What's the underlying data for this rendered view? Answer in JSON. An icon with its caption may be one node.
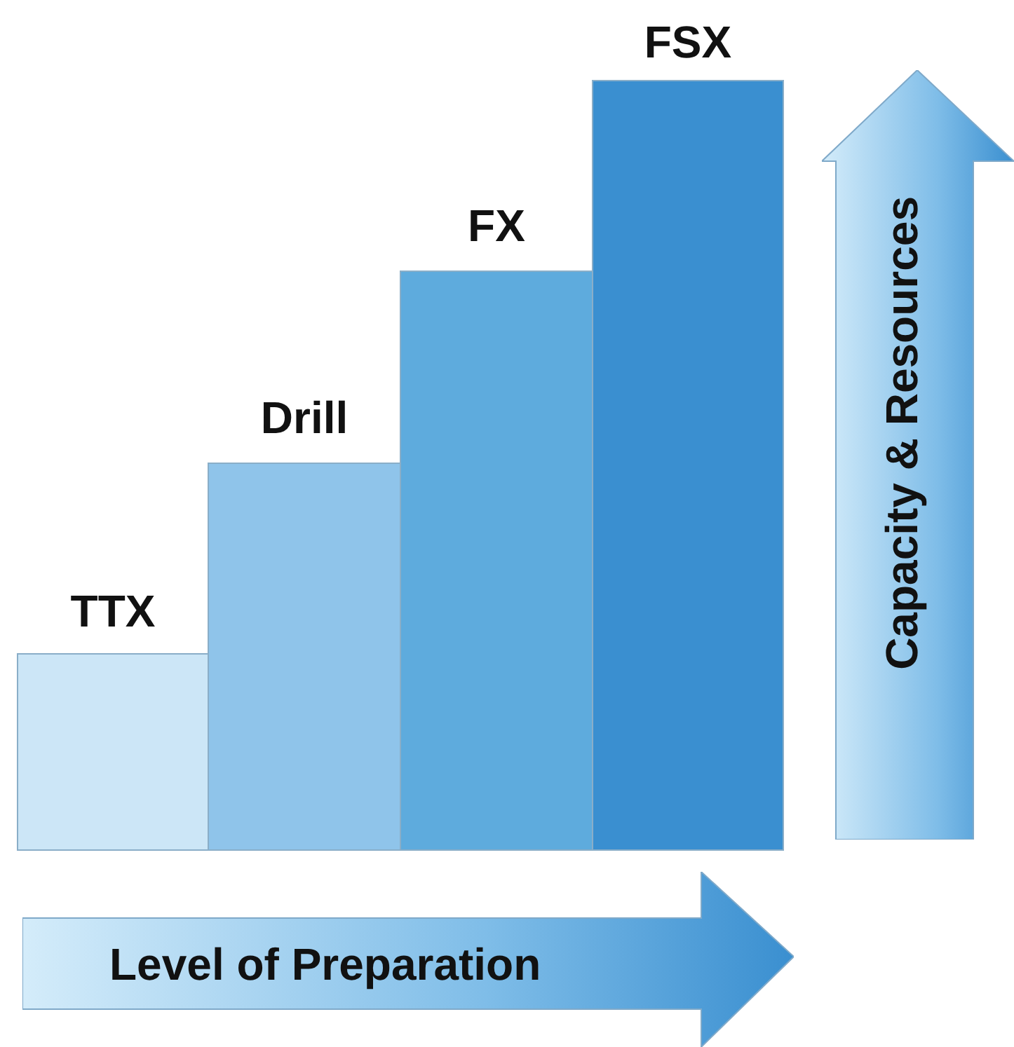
{
  "diagram": {
    "nodes": [
      {
        "text": [
          "TTX"
        ]
      },
      {
        "text": [
          "Drill"
        ]
      },
      {
        "text": [
          "FX"
        ]
      },
      {
        "text": [
          "FSX"
        ]
      },
      {
        "text": [
          "Capacity & Resources"
        ]
      },
      {
        "text": [
          "Level of Preparation"
        ]
      }
    ]
  }
}
